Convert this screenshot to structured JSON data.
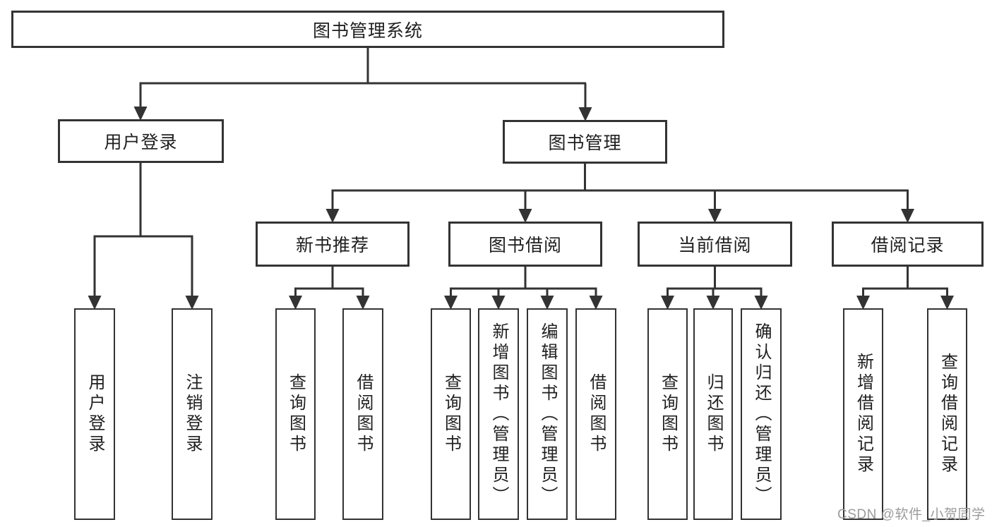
{
  "diagram_title": "图书管理系统",
  "tree": {
    "label": "图书管理系统",
    "children": [
      {
        "label": "用户登录",
        "children": [
          {
            "label": "用户登录"
          },
          {
            "label": "注销登录"
          }
        ]
      },
      {
        "label": "图书管理",
        "children": [
          {
            "label": "新书推荐",
            "children": [
              {
                "label": "查询图书"
              },
              {
                "label": "借阅图书"
              }
            ]
          },
          {
            "label": "图书借阅",
            "children": [
              {
                "label": "查询图书"
              },
              {
                "label": "新增图书（管理员）"
              },
              {
                "label": "编辑图书（管理员）"
              },
              {
                "label": "借阅图书"
              }
            ]
          },
          {
            "label": "当前借阅",
            "children": [
              {
                "label": "查询图书"
              },
              {
                "label": "归还图书"
              },
              {
                "label": "确认归还（管理员）"
              }
            ]
          },
          {
            "label": "借阅记录",
            "children": [
              {
                "label": "新增借阅记录"
              },
              {
                "label": "查询借阅记录"
              }
            ]
          }
        ]
      }
    ]
  },
  "watermark": {
    "text": "CSDN @软件_小贺同学"
  },
  "colors": {
    "line": "#333333",
    "box_border": "#333333",
    "text": "#1f1f1f",
    "background": "#ffffff",
    "watermark": "#9b9b9b"
  }
}
